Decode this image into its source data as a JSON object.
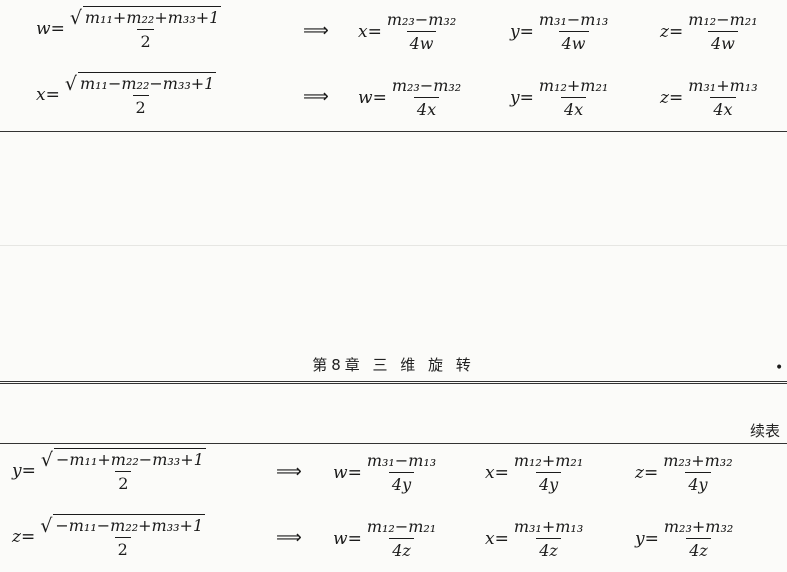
{
  "rows": [
    {
      "lhs": {
        "var": "w",
        "radicand": "m₁₁+m₂₂+m₃₃+1",
        "den": "2"
      },
      "implies": "⟹",
      "terms": [
        {
          "var": "x",
          "num": "m₂₃−m₃₂",
          "den": "4w"
        },
        {
          "var": "y",
          "num": "m₃₁−m₁₃",
          "den": "4w"
        },
        {
          "var": "z",
          "num": "m₁₂−m₂₁",
          "den": "4w"
        }
      ]
    },
    {
      "lhs": {
        "var": "x",
        "radicand": "m₁₁−m₂₂−m₃₃+1",
        "den": "2"
      },
      "implies": "⟹",
      "terms": [
        {
          "var": "w",
          "num": "m₂₃−m₃₂",
          "den": "4x"
        },
        {
          "var": "y",
          "num": "m₁₂+m₂₁",
          "den": "4x"
        },
        {
          "var": "z",
          "num": "m₃₁+m₁₃",
          "den": "4x"
        }
      ]
    },
    {
      "lhs": {
        "var": "y",
        "radicand": "−m₁₁+m₂₂−m₃₃+1",
        "den": "2"
      },
      "implies": "⟹",
      "terms": [
        {
          "var": "w",
          "num": "m₃₁−m₁₃",
          "den": "4y"
        },
        {
          "var": "x",
          "num": "m₁₂+m₂₁",
          "den": "4y"
        },
        {
          "var": "z",
          "num": "m₂₃+m₃₂",
          "den": "4y"
        }
      ]
    },
    {
      "lhs": {
        "var": "z",
        "radicand": "−m₁₁−m₂₂+m₃₃+1",
        "den": "2"
      },
      "implies": "⟹",
      "terms": [
        {
          "var": "w",
          "num": "m₁₂−m₂₁",
          "den": "4z"
        },
        {
          "var": "x",
          "num": "m₃₁+m₁₃",
          "den": "4z"
        },
        {
          "var": "y",
          "num": "m₂₃+m₃₂",
          "den": "4z"
        }
      ]
    }
  ],
  "page_header": "第8章 三 维 旋 转",
  "continued_label": "续表",
  "dot": "•",
  "equals": "="
}
